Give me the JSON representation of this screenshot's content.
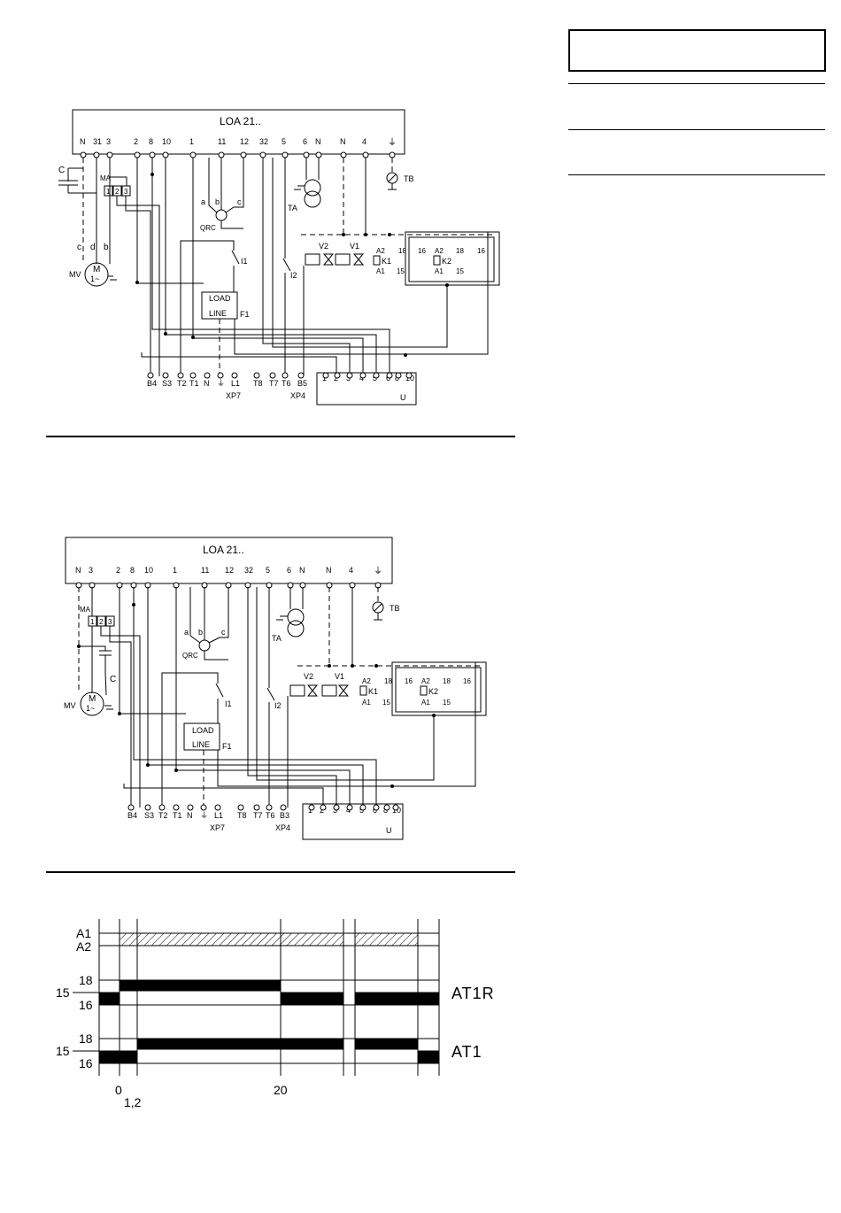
{
  "diagram1": {
    "title": "LOA 21..",
    "top_terminals": [
      "N",
      "31",
      "3",
      "2",
      "8",
      "10",
      "1",
      "11",
      "12",
      "32",
      "5",
      "6",
      "N",
      "N",
      "4"
    ],
    "capacitor": "C",
    "motor": {
      "name": "MV",
      "letter": "M",
      "phase": "1~",
      "wires": [
        "c",
        "d",
        "b"
      ]
    },
    "ma_block": {
      "name": "MA",
      "pins": [
        "1",
        "2",
        "3"
      ]
    },
    "qrc": {
      "name": "QRC",
      "wires": [
        "a",
        "b",
        "c"
      ]
    },
    "ta": "TA",
    "tb": "TB",
    "valves": [
      "V2",
      "V1"
    ],
    "relays": {
      "k1": "K1",
      "k2": "K2",
      "a2": "A2",
      "a1": "A1",
      "c18": "18",
      "c16": "16",
      "c15": "15"
    },
    "switches": [
      "I1",
      "I2"
    ],
    "load_box": {
      "load": "LOAD",
      "line": "LINE",
      "fuse": "F1"
    },
    "xp7_terminals": [
      "B4",
      "S3",
      "T2",
      "T1",
      "N",
      "⏚",
      "L1"
    ],
    "xp7_label": "XP7",
    "xp4_terminals": [
      "T8",
      "T7",
      "T6",
      "B5"
    ],
    "xp4_label": "XP4",
    "u_terminals": [
      "1",
      "2",
      "3",
      "4",
      "5",
      "6",
      "8",
      "10"
    ],
    "u_label": "U"
  },
  "diagram2": {
    "title": "LOA 21..",
    "top_terminals": [
      "N",
      "3",
      "2",
      "8",
      "10",
      "1",
      "11",
      "12",
      "32",
      "5",
      "6",
      "N",
      "N",
      "4"
    ],
    "capacitor": "C",
    "motor": {
      "name": "MV",
      "letter": "M",
      "phase": "1~"
    },
    "ma_block": {
      "name": "MA",
      "pins": [
        "1",
        "2",
        "3"
      ]
    },
    "qrc": {
      "name": "QRC",
      "wires": [
        "a",
        "b",
        "c"
      ]
    },
    "ta": "TA",
    "tb": "TB",
    "valves": [
      "V2",
      "V1"
    ],
    "relays": {
      "k1": "K1",
      "k2": "K2",
      "a2": "A2",
      "a1": "A1",
      "c18": "18",
      "c16": "16",
      "c15": "15"
    },
    "switches": [
      "I1",
      "I2"
    ],
    "load_box": {
      "load": "LOAD",
      "line": "LINE",
      "fuse": "F1"
    },
    "xp7_terminals": [
      "B4",
      "S3",
      "T2",
      "T1",
      "N",
      "⏚",
      "L1"
    ],
    "xp7_label": "XP7",
    "xp4_terminals": [
      "T8",
      "T7",
      "T6",
      "B3"
    ],
    "xp4_label": "XP4",
    "u_terminals": [
      "1",
      "2",
      "3",
      "4",
      "5",
      "6",
      "8",
      "10"
    ],
    "u_label": "U"
  },
  "timing": {
    "row_labels": [
      "A1",
      "A2",
      "18",
      "15",
      "16",
      "18",
      "15",
      "16"
    ],
    "series": [
      "AT1R",
      "AT1"
    ],
    "x_ticks": [
      "0",
      "20",
      "1,2"
    ]
  }
}
